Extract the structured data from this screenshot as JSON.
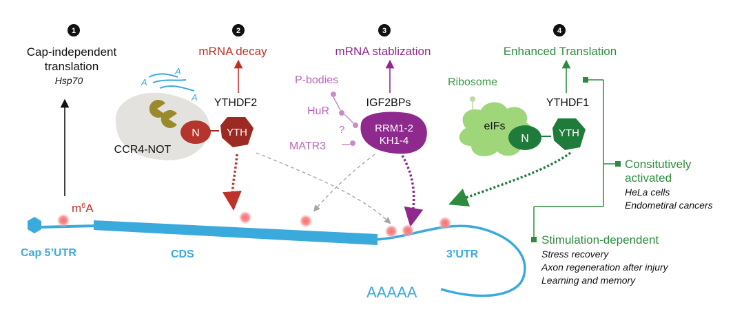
{
  "steps": [
    {
      "number": "1",
      "title_line1": "Cap-independent",
      "title_line2": "translation",
      "subtitle": "Hsp70"
    },
    {
      "number": "2",
      "title": "mRNA decay",
      "reader": "YTHDF2"
    },
    {
      "number": "3",
      "title": "mRNA stablization",
      "reader": "IGF2BPs"
    },
    {
      "number": "4",
      "title": "Enhanced Translation",
      "reader": "YTHDF1"
    }
  ],
  "complexes": {
    "ccr4_not": "CCR4-NOT",
    "ccr4_poly_a": [
      "A",
      "A",
      "A"
    ],
    "n_domain": "N",
    "yth_domain": "YTH",
    "igf_domains_line1": "RRM1-2",
    "igf_domains_line2": "KH1-4",
    "p_bodies": "P-bodies",
    "hur": "HuR",
    "question": "?",
    "matr3": "MATR3",
    "ribosome": "Ribosome",
    "eifs": "eIFs",
    "ythdf1_n": "N",
    "ythdf1_yth": "YTH"
  },
  "mrna": {
    "m6a_prefix": "m",
    "m6a_sup": "6",
    "m6a_suffix": "A",
    "cap_label": "Cap 5’UTR",
    "cds_label": "CDS",
    "utr3_label": "3’UTR",
    "polya": "AAAAA"
  },
  "contexts": {
    "constitutive_line1": "Consitutively",
    "constitutive_line2": "activated",
    "constitutive_items": [
      "HeLa cells",
      "Endometiral cancers"
    ],
    "stimulation_title": "Stimulation-dependent",
    "stimulation_items": [
      "Stress recovery",
      "Axon regeneration after injury",
      "Learning and memory"
    ]
  },
  "colors": {
    "mrna_blue": "#3aa9dc",
    "ythdf2_red": "#b5342b",
    "ythdf2_dark": "#9c2a22",
    "igf_purple": "#8e2a8e",
    "pink": "#c98bc9",
    "green_dark": "#1e7b3a",
    "green_light": "#9fd67a",
    "ccr4_grey": "#e4e2df",
    "pacman": "#9a8a2c",
    "m6a_dot": "#e85a5a"
  }
}
